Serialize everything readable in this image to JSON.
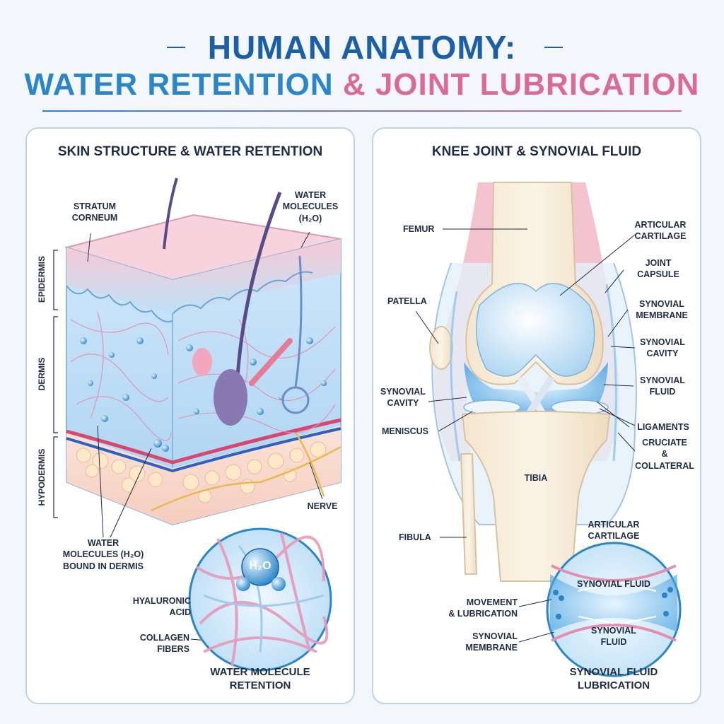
{
  "header": {
    "title_line1": "HUMAN ANATOMY:",
    "title_line2_blue": "WATER RETENTION",
    "title_line2_pink": "& JOINT LUBRICATION"
  },
  "skin_panel": {
    "title": "SKIN STRUCTURE & WATER RETENTION",
    "labels": {
      "stratum_corneum": "STRATUM\nCORNEUM",
      "water_molecules_top": "WATER\nMOLECULES\n(H₂O)",
      "epidermis": "EPIDERMIS",
      "dermis": "DERMIS",
      "hypodermis": "HYPODERMIS",
      "nerve": "NERVE",
      "water_bound": "WATER\nMOLECULES (H₂O)\nBOUND IN DERMIS",
      "hyaluronic_acid": "HYALURONIC\nACID",
      "collagen_fibers": "COLLAGEN\nFIBERS",
      "h2o": "H₂O"
    },
    "caption": "WATER MOLECULE\nRETENTION"
  },
  "knee_panel": {
    "title": "KNEE JOINT & SYNOVIAL FLUID",
    "labels": {
      "femur": "FEMUR",
      "articular_cartilage": "ARTICULAR\nCARTILAGE",
      "joint_capsule": "JOINT\nCAPSULE",
      "patella": "PATELLA",
      "synovial_membrane": "SYNOVIAL\nMEMBRANE",
      "synovial_cavity_right": "SYNOVIAL\nCAVITY",
      "synovial_fluid_right": "SYNOVIAL\nFLUID",
      "synovial_cavity_left": "SYNOVIAL\nCAVITY",
      "meniscus": "MENISCUS",
      "ligaments": "LIGAMENTS",
      "cruciate_collateral": "CRUCIATE\n&\nCOLLATERAL",
      "tibia": "TIBIA",
      "fibula": "FIBULA",
      "movement_lubrication": "MOVEMENT\n& LUBRICATION",
      "synovial_membrane_low": "SYNOVIAL\nMEMBRANE",
      "inset_articular_cartilage": "ARTICULAR\nCARTILAGE",
      "inset_synovial_fluid": "SYNOVIAL FLUID",
      "inset_synovial_fluid_low": "SYNOVIAL\nFLUID"
    },
    "caption": "SYNOVIAL FLUID\nLUBRICATION"
  },
  "colors": {
    "title_blue": "#1a5fa8",
    "accent_blue": "#2a86c8",
    "accent_pink": "#d96b9a"
  }
}
